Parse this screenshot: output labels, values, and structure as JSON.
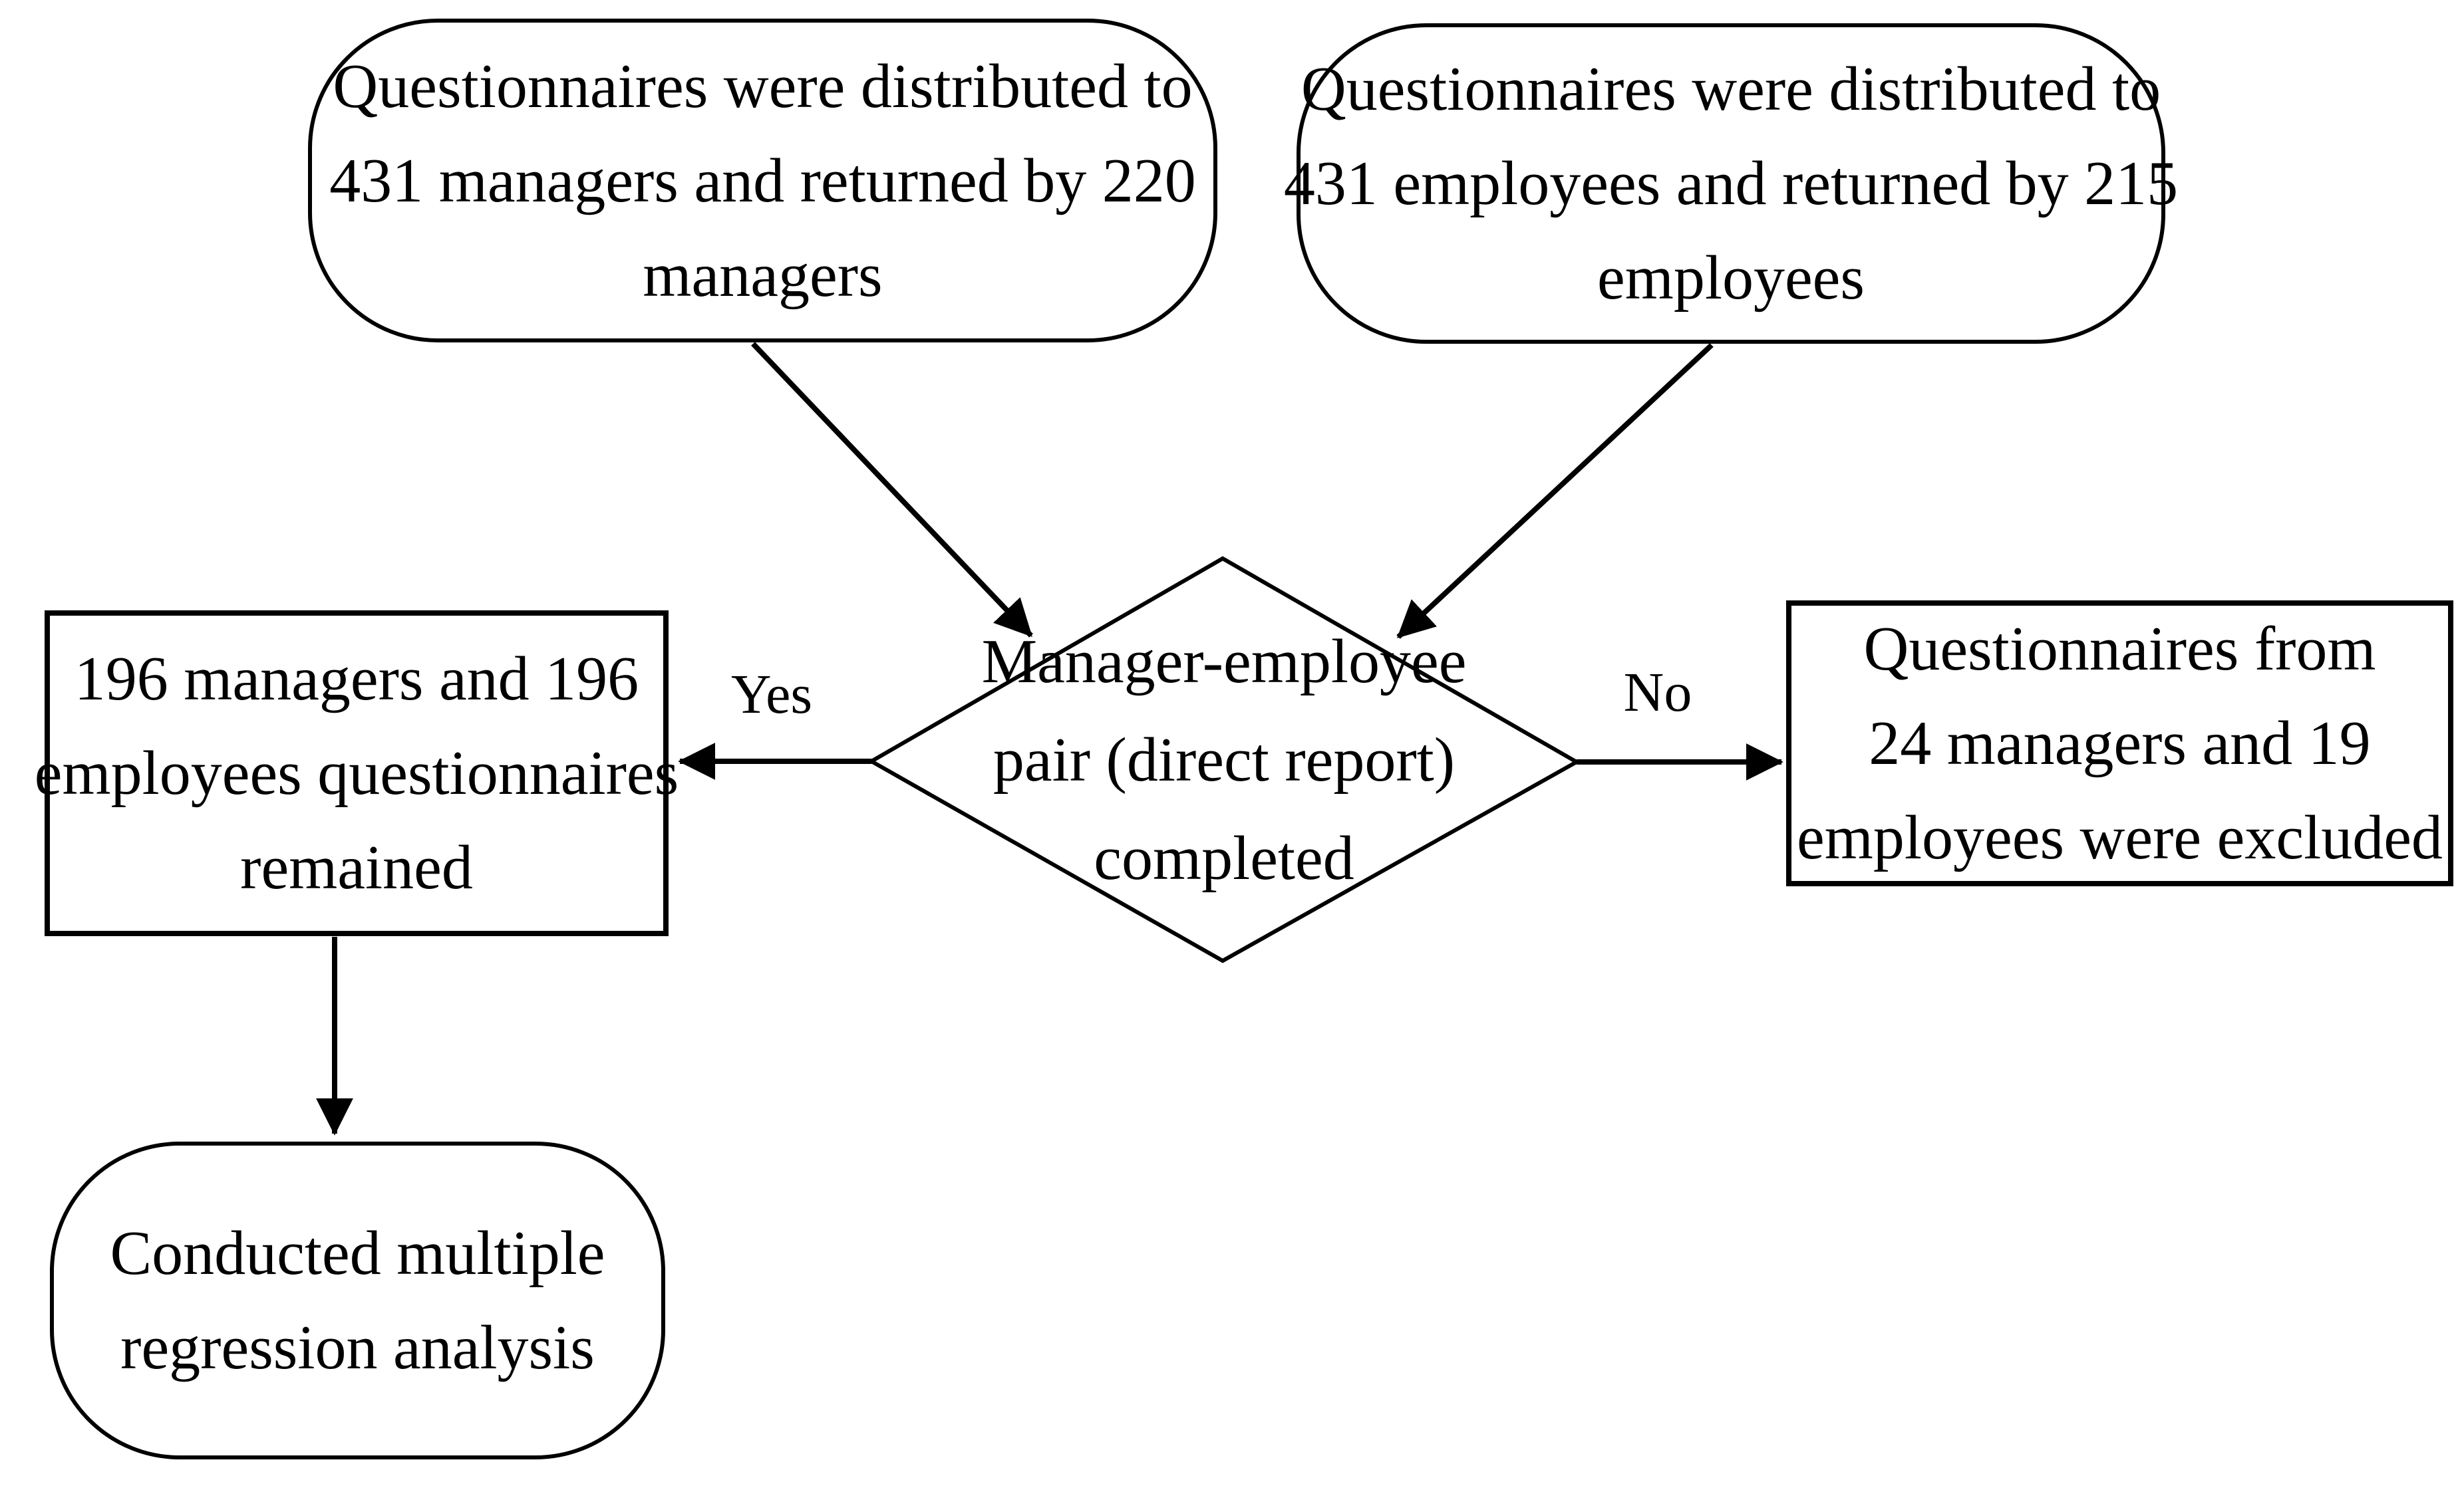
{
  "figure": {
    "type": "flowchart",
    "background_color": "#ffffff",
    "stroke_color": "#000000"
  },
  "nodes": {
    "top_left": {
      "shape": "terminator",
      "lines": [
        "Questionnaires were distributed to",
        "431 managers and returned by 220",
        "managers"
      ]
    },
    "top_right": {
      "shape": "terminator",
      "lines": [
        "Questionnaires were distributed to",
        "431 employees and returned by 215",
        "employees"
      ]
    },
    "decision": {
      "shape": "diamond",
      "lines": [
        "Manager-employee",
        "pair (direct report)",
        "completed"
      ]
    },
    "remained": {
      "shape": "process",
      "lines": [
        "196 managers and 196",
        "employees questionnaires",
        "remained"
      ]
    },
    "excluded": {
      "shape": "process",
      "lines": [
        "Questionnaires from",
        "24 managers and 19",
        "employees were excluded"
      ]
    },
    "analysis": {
      "shape": "terminator",
      "lines": [
        "Conducted multiple",
        "regression analysis"
      ]
    }
  },
  "edge_labels": {
    "yes": "Yes",
    "no": "No"
  },
  "edges": [
    {
      "from": "top_left",
      "to": "decision",
      "label": ""
    },
    {
      "from": "top_right",
      "to": "decision",
      "label": ""
    },
    {
      "from": "decision",
      "to": "remained",
      "label": "Yes"
    },
    {
      "from": "decision",
      "to": "excluded",
      "label": "No"
    },
    {
      "from": "remained",
      "to": "analysis",
      "label": ""
    }
  ]
}
